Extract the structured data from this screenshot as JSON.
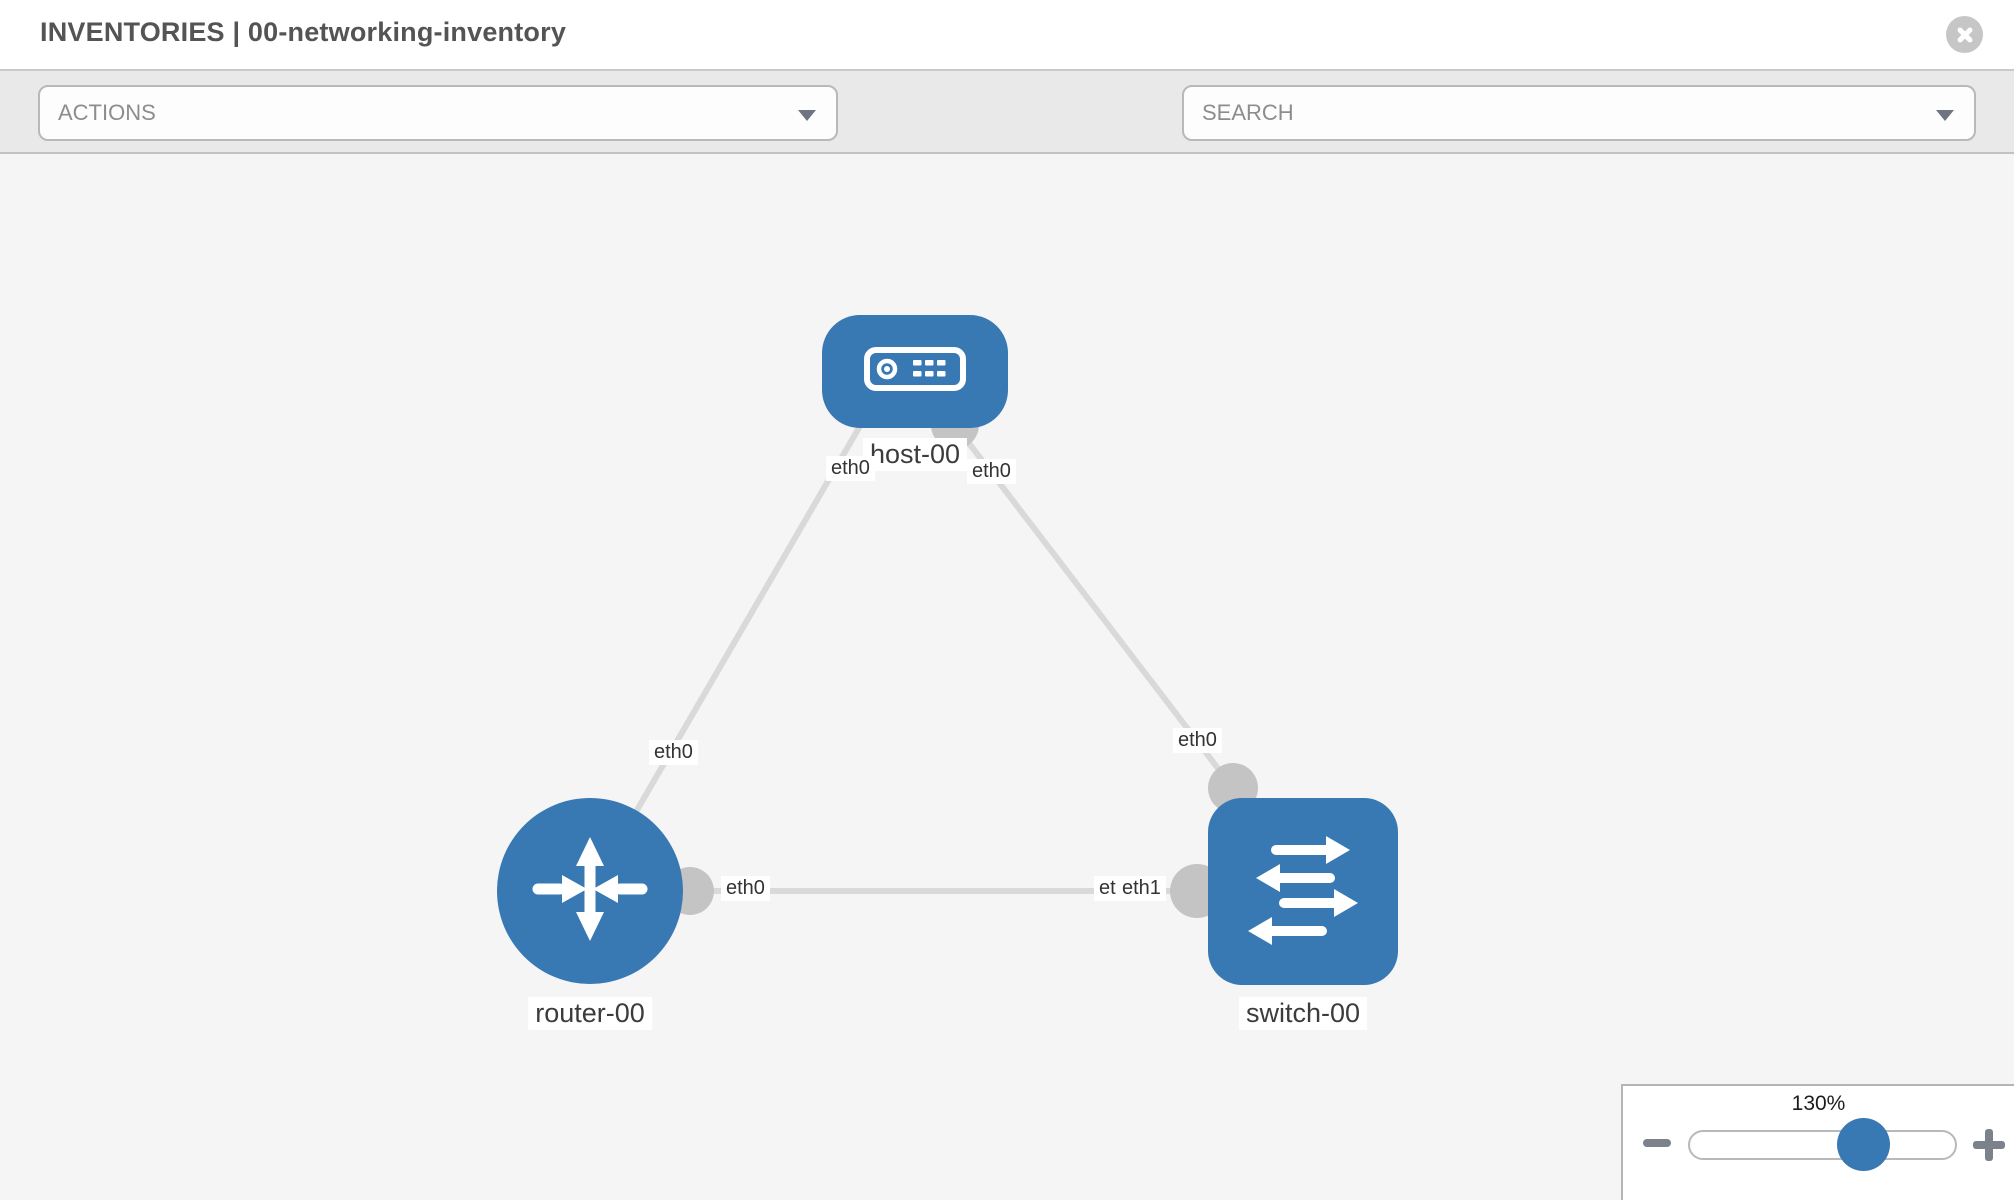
{
  "header": {
    "title": "INVENTORIES | 00-networking-inventory",
    "close_icon": "times-circle"
  },
  "toolbar": {
    "actions_dropdown": {
      "value": "ACTIONS"
    },
    "wrench_icon": "wrench",
    "key_icon": "key",
    "search_dropdown": {
      "placeholder": "SEARCH"
    }
  },
  "topology": {
    "nodes": [
      {
        "id": "host-00",
        "type": "host",
        "label": "host-00",
        "icon": "server-icon"
      },
      {
        "id": "router-00",
        "type": "router",
        "label": "router-00",
        "icon": "router-arrows-icon"
      },
      {
        "id": "switch-00",
        "type": "switch",
        "label": "switch-00",
        "icon": "switch-arrows-icon"
      }
    ],
    "links": [
      {
        "source": "host-00",
        "source_if": "eth0",
        "target": "router-00",
        "target_if": "eth0"
      },
      {
        "source": "host-00",
        "source_if": "eth0",
        "target": "switch-00",
        "target_if": "eth0"
      },
      {
        "source": "router-00",
        "source_if": "eth0",
        "target": "switch-00",
        "target_if": "eth1",
        "target_if_behind": "eth0"
      }
    ]
  },
  "zoom_control": {
    "level": "130%"
  },
  "colors": {
    "node_blue": "#3878b3",
    "link_gray": "#d9d9d9",
    "connector_gray": "#c4c4c4",
    "icon_gray": "#81878f",
    "toolbar_bg": "#e9e9e9",
    "canvas_bg": "#f5f5f6"
  }
}
